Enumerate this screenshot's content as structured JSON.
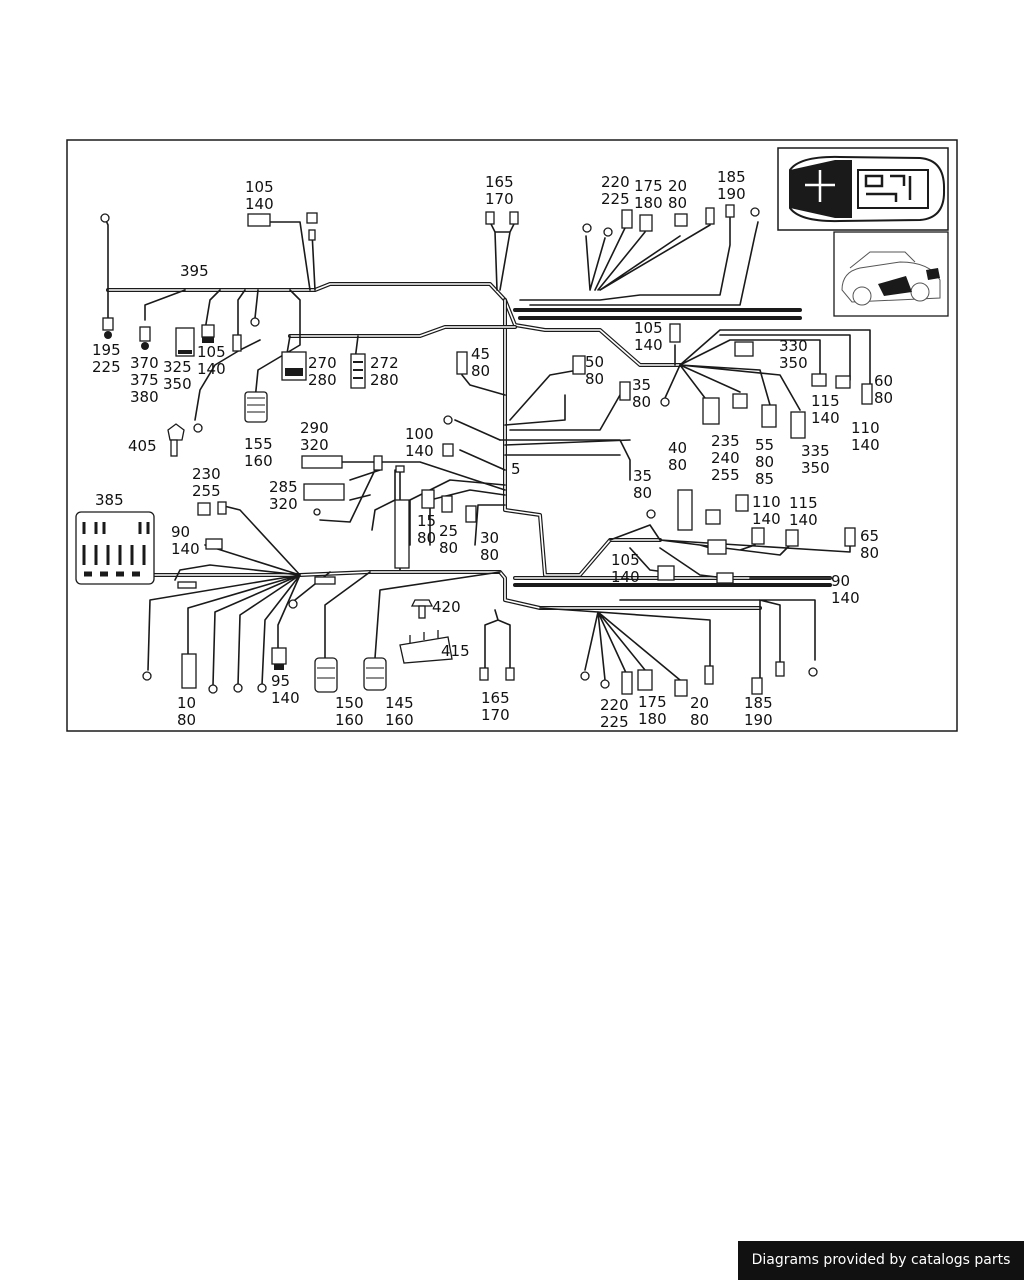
{
  "callouts": [
    [
      "105",
      "140"
    ],
    [
      "165",
      "170"
    ],
    [
      "220",
      "225"
    ],
    [
      "175",
      "180"
    ],
    [
      "20",
      "80"
    ],
    [
      "185",
      "190"
    ],
    [
      "395"
    ],
    [
      "195",
      "225"
    ],
    [
      "370",
      "375",
      "380"
    ],
    [
      "325",
      "350"
    ],
    [
      "105",
      "140"
    ],
    [
      "270",
      "280"
    ],
    [
      "272",
      "280"
    ],
    [
      "45",
      "80"
    ],
    [
      "50",
      "80"
    ],
    [
      "105",
      "140"
    ],
    [
      "330",
      "350"
    ],
    [
      "60",
      "80"
    ],
    [
      "115",
      "140"
    ],
    [
      "110",
      "140"
    ],
    [
      "35",
      "80"
    ],
    [
      "40",
      "80"
    ],
    [
      "235",
      "240",
      "255"
    ],
    [
      "55",
      "80",
      "85"
    ],
    [
      "335",
      "350"
    ],
    [
      "405"
    ],
    [
      "155",
      "160"
    ],
    [
      "290",
      "320"
    ],
    [
      "100",
      "140"
    ],
    [
      "5"
    ],
    [
      "35",
      "80"
    ],
    [
      "110",
      "140"
    ],
    [
      "115",
      "140"
    ],
    [
      "230",
      "255"
    ],
    [
      "285",
      "320"
    ],
    [
      "15",
      "80"
    ],
    [
      "25",
      "80"
    ],
    [
      "30",
      "80"
    ],
    [
      "385"
    ],
    [
      "90",
      "140"
    ],
    [
      "65",
      "80"
    ],
    [
      "105",
      "140"
    ],
    [
      "90",
      "140"
    ],
    [
      "420"
    ],
    [
      "415"
    ],
    [
      "10",
      "80"
    ],
    [
      "95",
      "140"
    ],
    [
      "150",
      "160"
    ],
    [
      "145",
      "160"
    ],
    [
      "165",
      "170"
    ],
    [
      "220",
      "225"
    ],
    [
      "175",
      "180"
    ],
    [
      "20",
      "80"
    ],
    [
      "185",
      "190"
    ]
  ],
  "footer": {
    "text": "Diagrams provided by catalogs parts"
  }
}
